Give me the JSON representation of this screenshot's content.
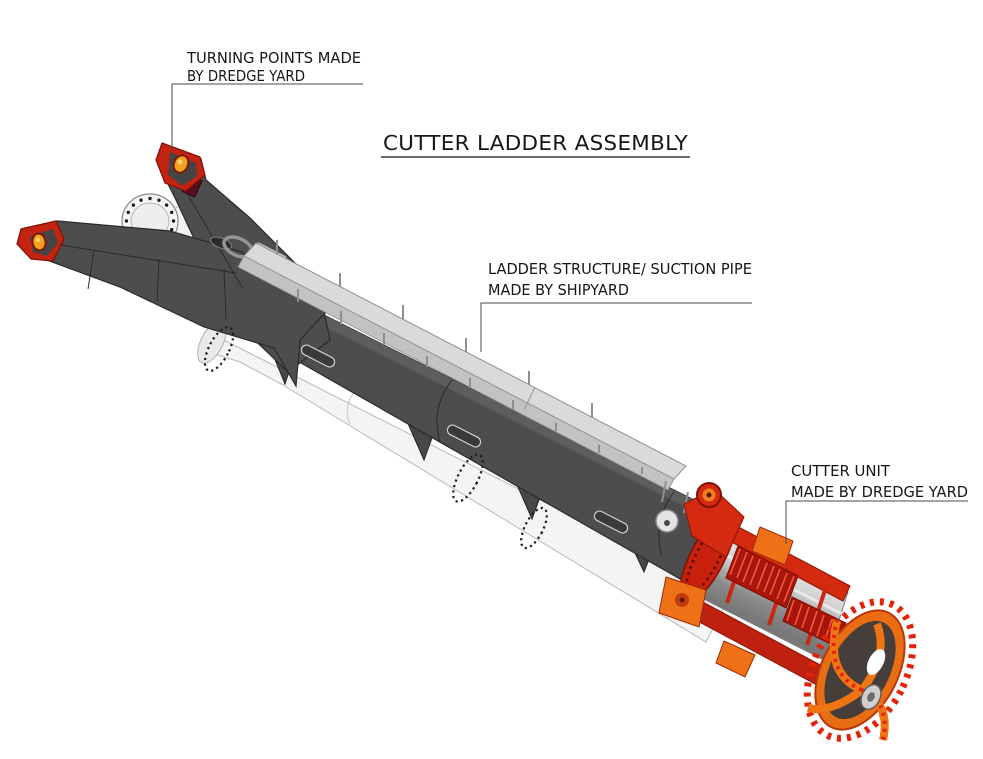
{
  "title": "CUTTER LADDER ASSEMBLY",
  "annotations": {
    "turning_points": {
      "line1": "TURNING POINTS MADE",
      "line2": "BY DREDGE YARD"
    },
    "ladder_structure": {
      "line1": "LADDER STRUCTURE/ SUCTION PIPE",
      "line2": "MADE BY SHIPYARD"
    },
    "cutter_unit": {
      "line1": "CUTTER UNIT",
      "line2": "MADE BY DREDGE YARD"
    }
  },
  "colors": {
    "background": "#ffffff",
    "text": "#161616",
    "leader-line": "#4a4a4a",
    "steel-dark": "#4d4d4d",
    "steel-outline": "#2b2b2b",
    "walkway-gray": "#dadada",
    "walkway-side": "#c2c2c2",
    "pipe-white": "#f4f4f4",
    "red": "#d32a10",
    "red-deep": "#a8150a",
    "red-outline": "#8c1405",
    "orange": "#ee7118",
    "pin-orange": "#f5a01b",
    "tip-red": "#c32310",
    "metal-light": "#e2e2e2",
    "metal-dark": "#8b8b8b"
  }
}
